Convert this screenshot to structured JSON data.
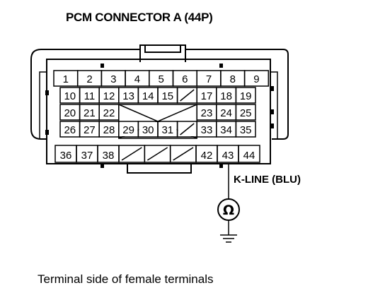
{
  "title": "PCM CONNECTOR A (44P)",
  "caption": "Terminal side of female terminals",
  "wire_label": "K-LINE (BLU)",
  "meter_icon": "ohm-meter-icon",
  "ground_icon": "ground-icon",
  "connector": {
    "row1": [
      "1",
      "2",
      "3",
      "4",
      "5",
      "6",
      "7",
      "8",
      "9"
    ],
    "row2": [
      "10",
      "11",
      "12",
      "13",
      "14",
      "15",
      "",
      "17",
      "18",
      "19"
    ],
    "row3_left": [
      "20",
      "21",
      "22"
    ],
    "row3_right": [
      "23",
      "24",
      "25"
    ],
    "row4": [
      "26",
      "27",
      "28",
      "29",
      "30",
      "31",
      "",
      "33",
      "34",
      "35"
    ],
    "row5_left": [
      "36",
      "37",
      "38"
    ],
    "row5_right": [
      "42",
      "43",
      "44"
    ]
  },
  "highlighted_terminal": "43"
}
